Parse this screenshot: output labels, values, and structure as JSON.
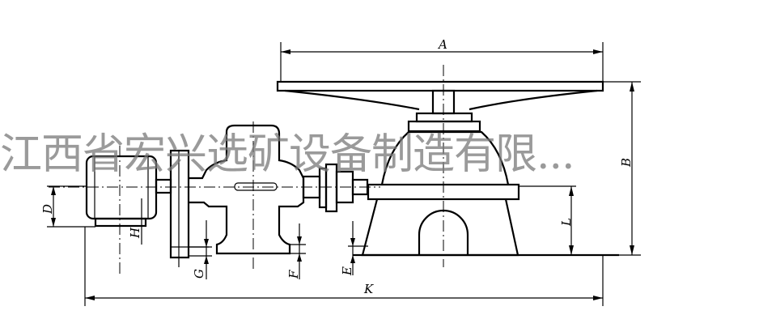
{
  "drawing": {
    "labels": {
      "A": "A",
      "B": "B",
      "D": "D",
      "H": "H",
      "G": "G",
      "F": "F",
      "E": "E",
      "K": "K",
      "L": "L"
    }
  },
  "watermark": "江西省宏兴选矿设备制造有限..."
}
